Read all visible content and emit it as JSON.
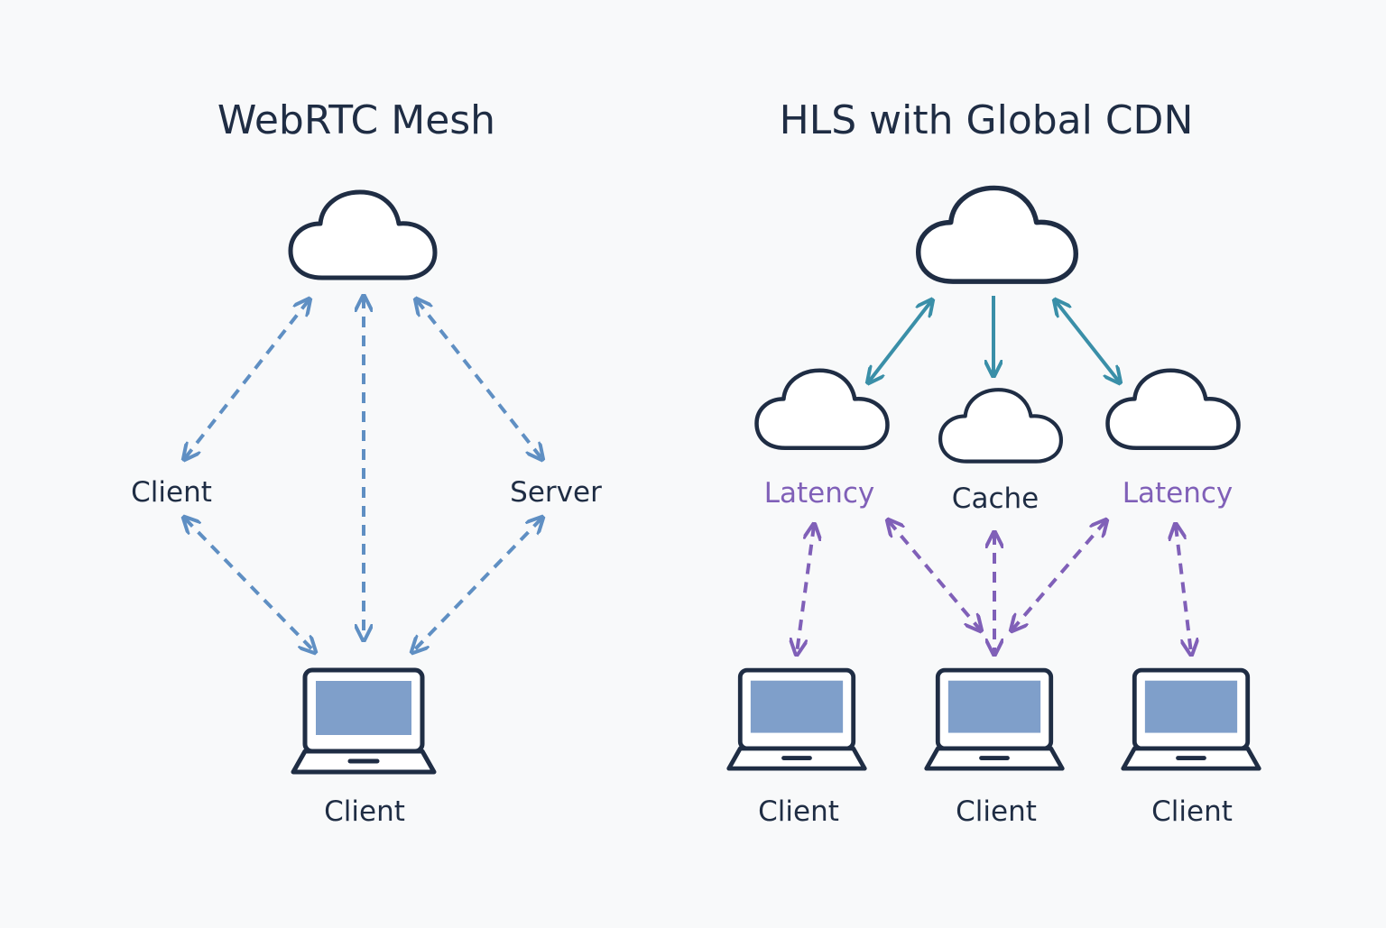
{
  "diagram": {
    "left": {
      "title": "WebRTC Mesh",
      "label_client_left": "Client",
      "label_server_right": "Server",
      "label_client_bottom": "Client"
    },
    "right": {
      "title": "HLS with Global CDN",
      "edge_label_left": "Latency",
      "edge_label_center": "Cache",
      "edge_label_right": "Latency",
      "client_labels": [
        "Client",
        "Client",
        "Client"
      ]
    },
    "colors": {
      "title": "#1f2d44",
      "outline": "#1f2d44",
      "screen": "#7f9fca",
      "mesh_link": "#5f8fc3",
      "cdn_link": "#3a8fa8",
      "latency_link": "#8060b8",
      "background": "#f8f9fa"
    },
    "icons": [
      "cloud-icon",
      "laptop-icon"
    ]
  }
}
